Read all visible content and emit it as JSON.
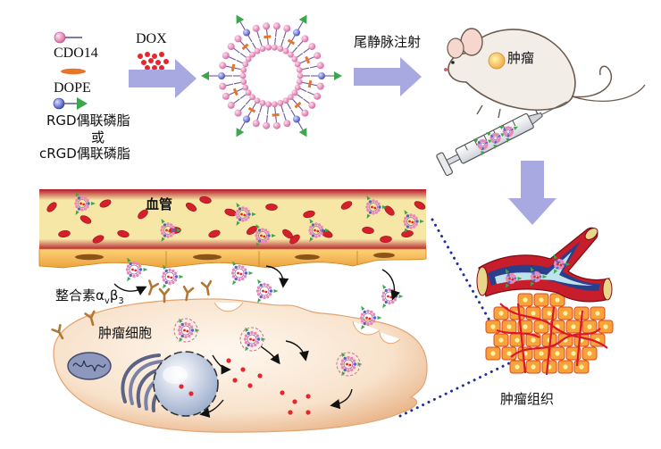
{
  "legend": {
    "cdo14": "CDO14",
    "dope": "DOPE",
    "rgd": "RGD偶联磷脂",
    "or": "或",
    "crgd": "cRGD偶联磷脂"
  },
  "dox": "DOX",
  "injection": "尾静脉注射",
  "tumor": "肿瘤",
  "vessel": "血管",
  "integrin": {
    "prefix": "整合素α",
    "sub_a": "v",
    "mid": "β",
    "sub_b": "3"
  },
  "tumor_cell": "肿瘤细胞",
  "tumor_tissue": "肿瘤组织",
  "colors": {
    "lipid_head_pink": "#e58ab8",
    "lipid_head_blue": "#5a64c8",
    "dope_orange": "#e8742a",
    "rgd_green": "#3aa84a",
    "dox_red": "#e6262c",
    "arrow_lavender": "#a9a9e2",
    "vessel_red": "#c8202a",
    "vessel_yellow": "#f5e49a",
    "endothelium_orange": "#f4b44a",
    "cell_peach": "#f6dcc2",
    "nucleus_blue": "#aab7d2",
    "integrin_brown": "#b07832",
    "dotted_blue": "#1f2f9e"
  }
}
